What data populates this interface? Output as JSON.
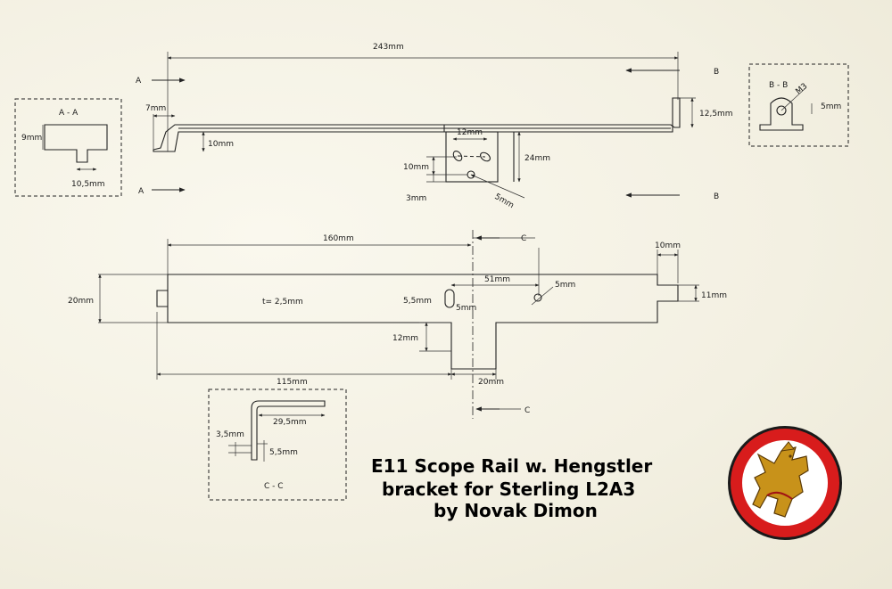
{
  "title": {
    "line1": "E11 Scope Rail w. Hengstler",
    "line2": "bracket for Sterling L2A3",
    "line3": "by Novak Dimon"
  },
  "sections": {
    "aa": "A - A",
    "bb": "B - B",
    "cc": "C - C"
  },
  "markers": {
    "a": "A",
    "b": "B",
    "c": "C"
  },
  "dims": {
    "d243": "243mm",
    "d7": "7mm",
    "d10": "10mm",
    "d12_5": "12,5mm",
    "d12": "12mm",
    "d24": "24mm",
    "d10b": "10mm",
    "d3": "3mm",
    "d5": "5mm",
    "d9": "9mm",
    "d10_5": "10,5mm",
    "m3": "M3",
    "d5bb": "5mm",
    "d160": "160mm",
    "d10top": "10mm",
    "d51": "51mm",
    "d5hole": "5mm",
    "d20": "20mm",
    "t": "t= 2,5mm",
    "d5_5": "5,5mm",
    "d5slot": "5mm",
    "d11": "11mm",
    "d12b": "12mm",
    "d115": "115mm",
    "d20b": "20mm",
    "d29_5": "29,5mm",
    "d3_5": "3,5mm",
    "d5_5b": "5,5mm"
  },
  "colors": {
    "emblem_ring": "#d81c1c",
    "emblem_gold": "#c8921a",
    "emblem_bg": "#ffffff"
  },
  "icons": {
    "emblem": "griffin-emblem-icon"
  }
}
